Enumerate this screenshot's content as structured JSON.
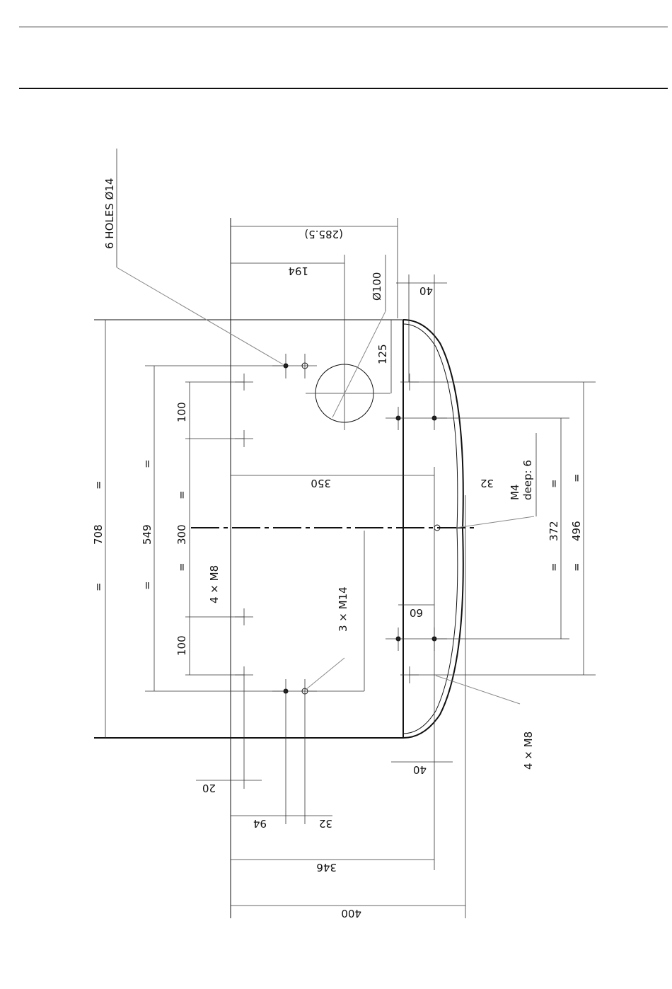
{
  "colors": {
    "ink": "#111111",
    "leader": "#888888",
    "paper": "#ffffff"
  },
  "labels": {
    "holes_callout": "6 HOLES Ø14",
    "pipe_dia": "Ø100",
    "threads_m8_left": "4 × M8",
    "threads_m14": "3 × M14",
    "threads_m8_right": "4 × M8",
    "m4_deep_line1": "M4",
    "m4_deep_line2": "deep: 6",
    "eq": "="
  },
  "dimensions": {
    "d285": "(285.5)",
    "d194": "194",
    "d40_top": "40",
    "d125": "125",
    "d350": "350",
    "d32_right": "32",
    "d60": "60",
    "d40_bottom": "40",
    "d20": "20",
    "d94": "94",
    "d32_bottom": "32",
    "d346": "346",
    "d400": "400",
    "d708": "708",
    "d549": "549",
    "d300": "300",
    "d100_top": "100",
    "d100_bottom": "100",
    "d372": "372",
    "d496": "496"
  }
}
